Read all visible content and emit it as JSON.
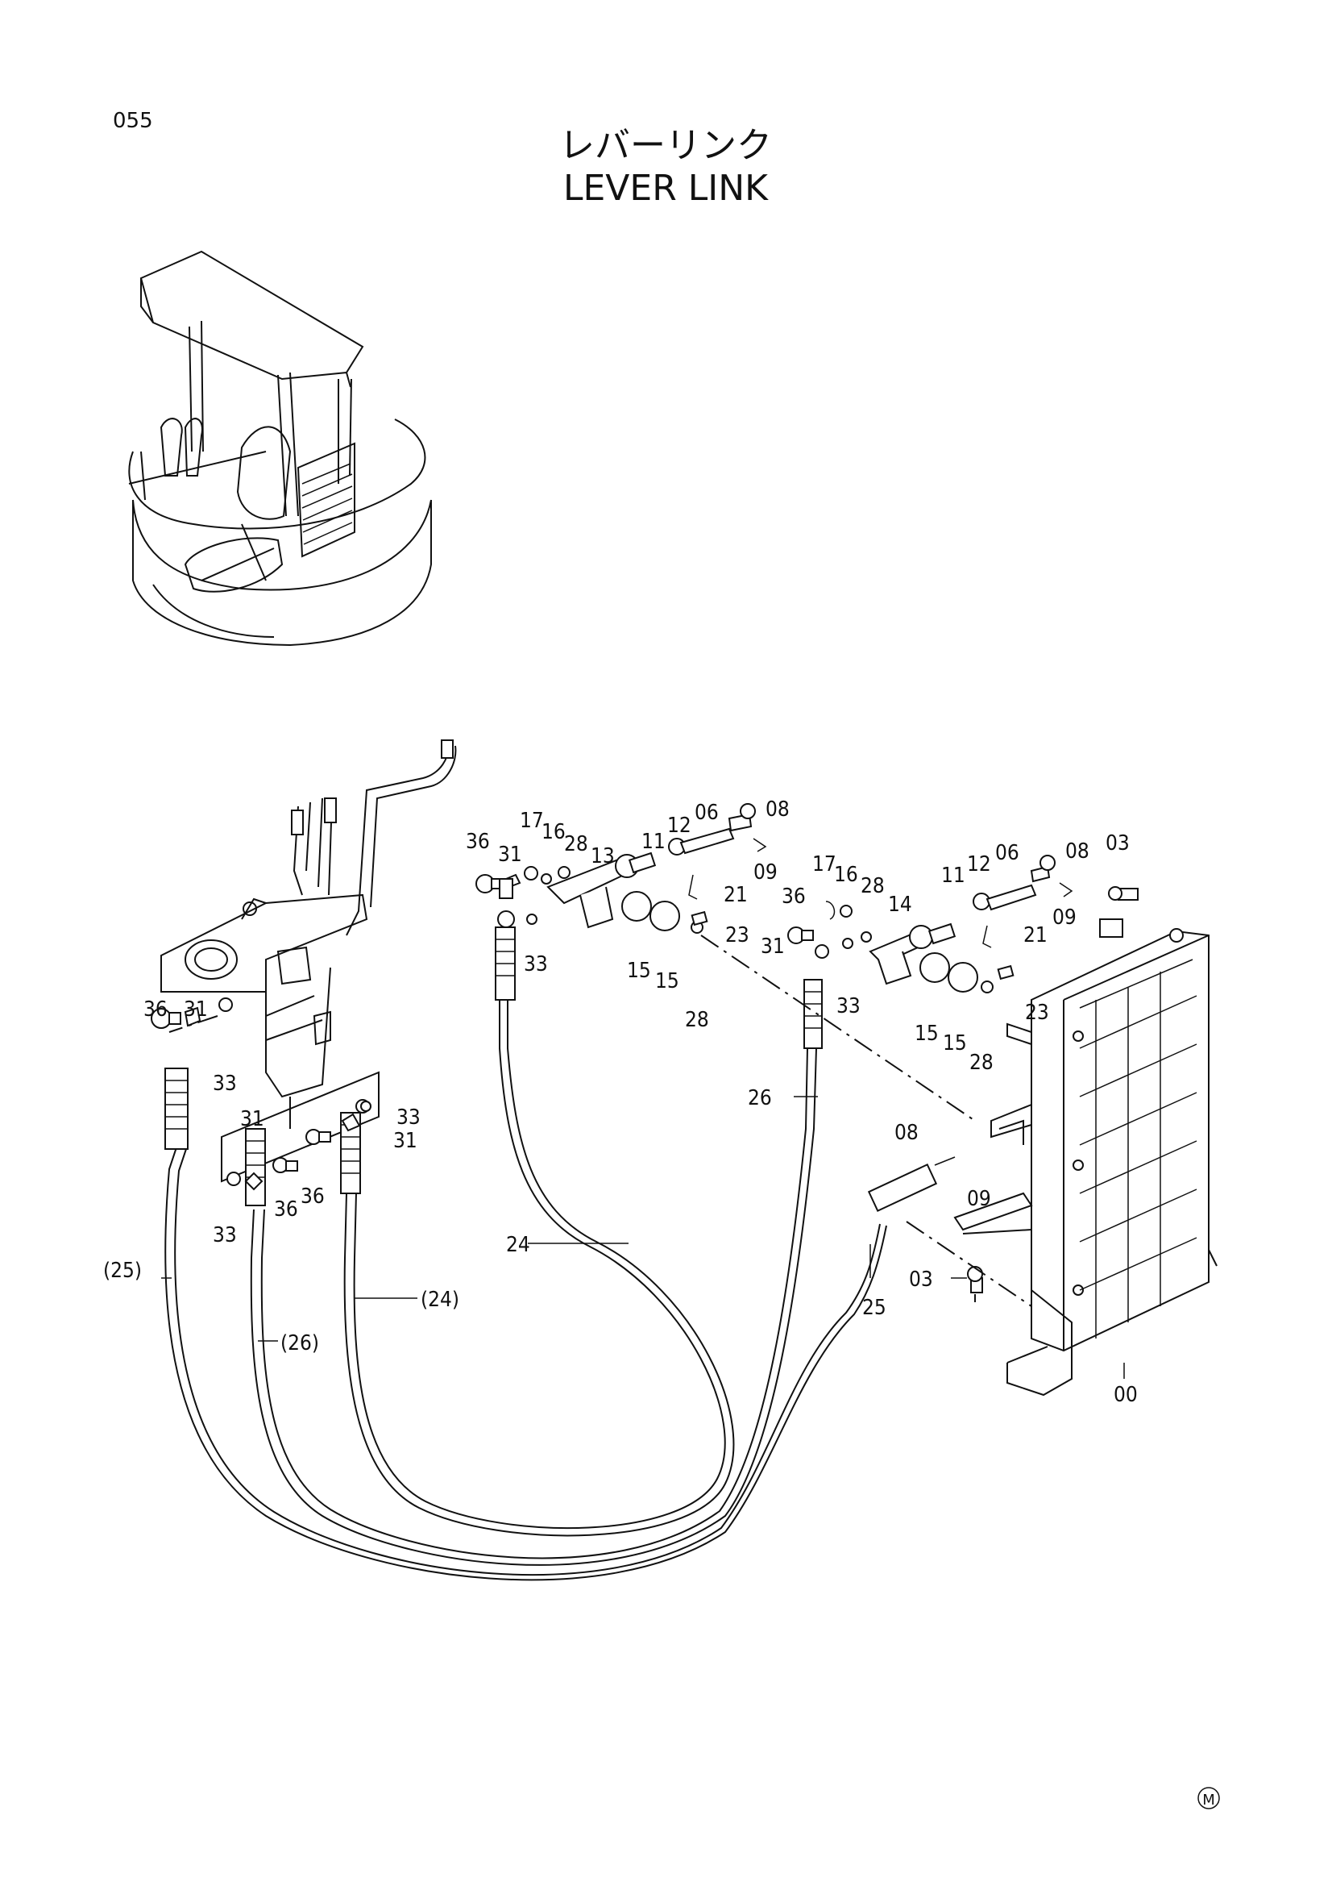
{
  "page_number": "055",
  "title_ja": "レバーリンク",
  "title_en": "LEVER LINK",
  "footer_mark": "M",
  "callouts": {
    "c1": "36",
    "c2": "31",
    "c3": "17",
    "c4": "16",
    "c5": "28",
    "c6": "13",
    "c7": "11",
    "c8": "12",
    "c9": "06",
    "c10": "08",
    "c11": "09",
    "c12": "21",
    "c13": "23",
    "c14": "33",
    "c15": "15",
    "c16": "15",
    "c17": "28",
    "c18": "17",
    "c19": "16",
    "c20": "28",
    "c21": "14",
    "c22": "36",
    "c23": "31",
    "c24": "33",
    "c25": "15",
    "c26": "15",
    "c27": "28",
    "c28": "11",
    "c29": "12",
    "c30": "06",
    "c31": "08",
    "c32": "09",
    "c33": "21",
    "c34": "23",
    "c35": "03",
    "c36": "36",
    "c37": "31",
    "c38": "33",
    "c39": "33",
    "c40": "31",
    "c41": "31",
    "c42": "36",
    "c43": "36",
    "c44": "33",
    "c45": "26",
    "c46": "08",
    "c47": "09",
    "c48": "25",
    "c49": "03",
    "c50": "00",
    "c51": "24",
    "c52": "(25)",
    "c53": "(24)",
    "c54": "(26)"
  }
}
